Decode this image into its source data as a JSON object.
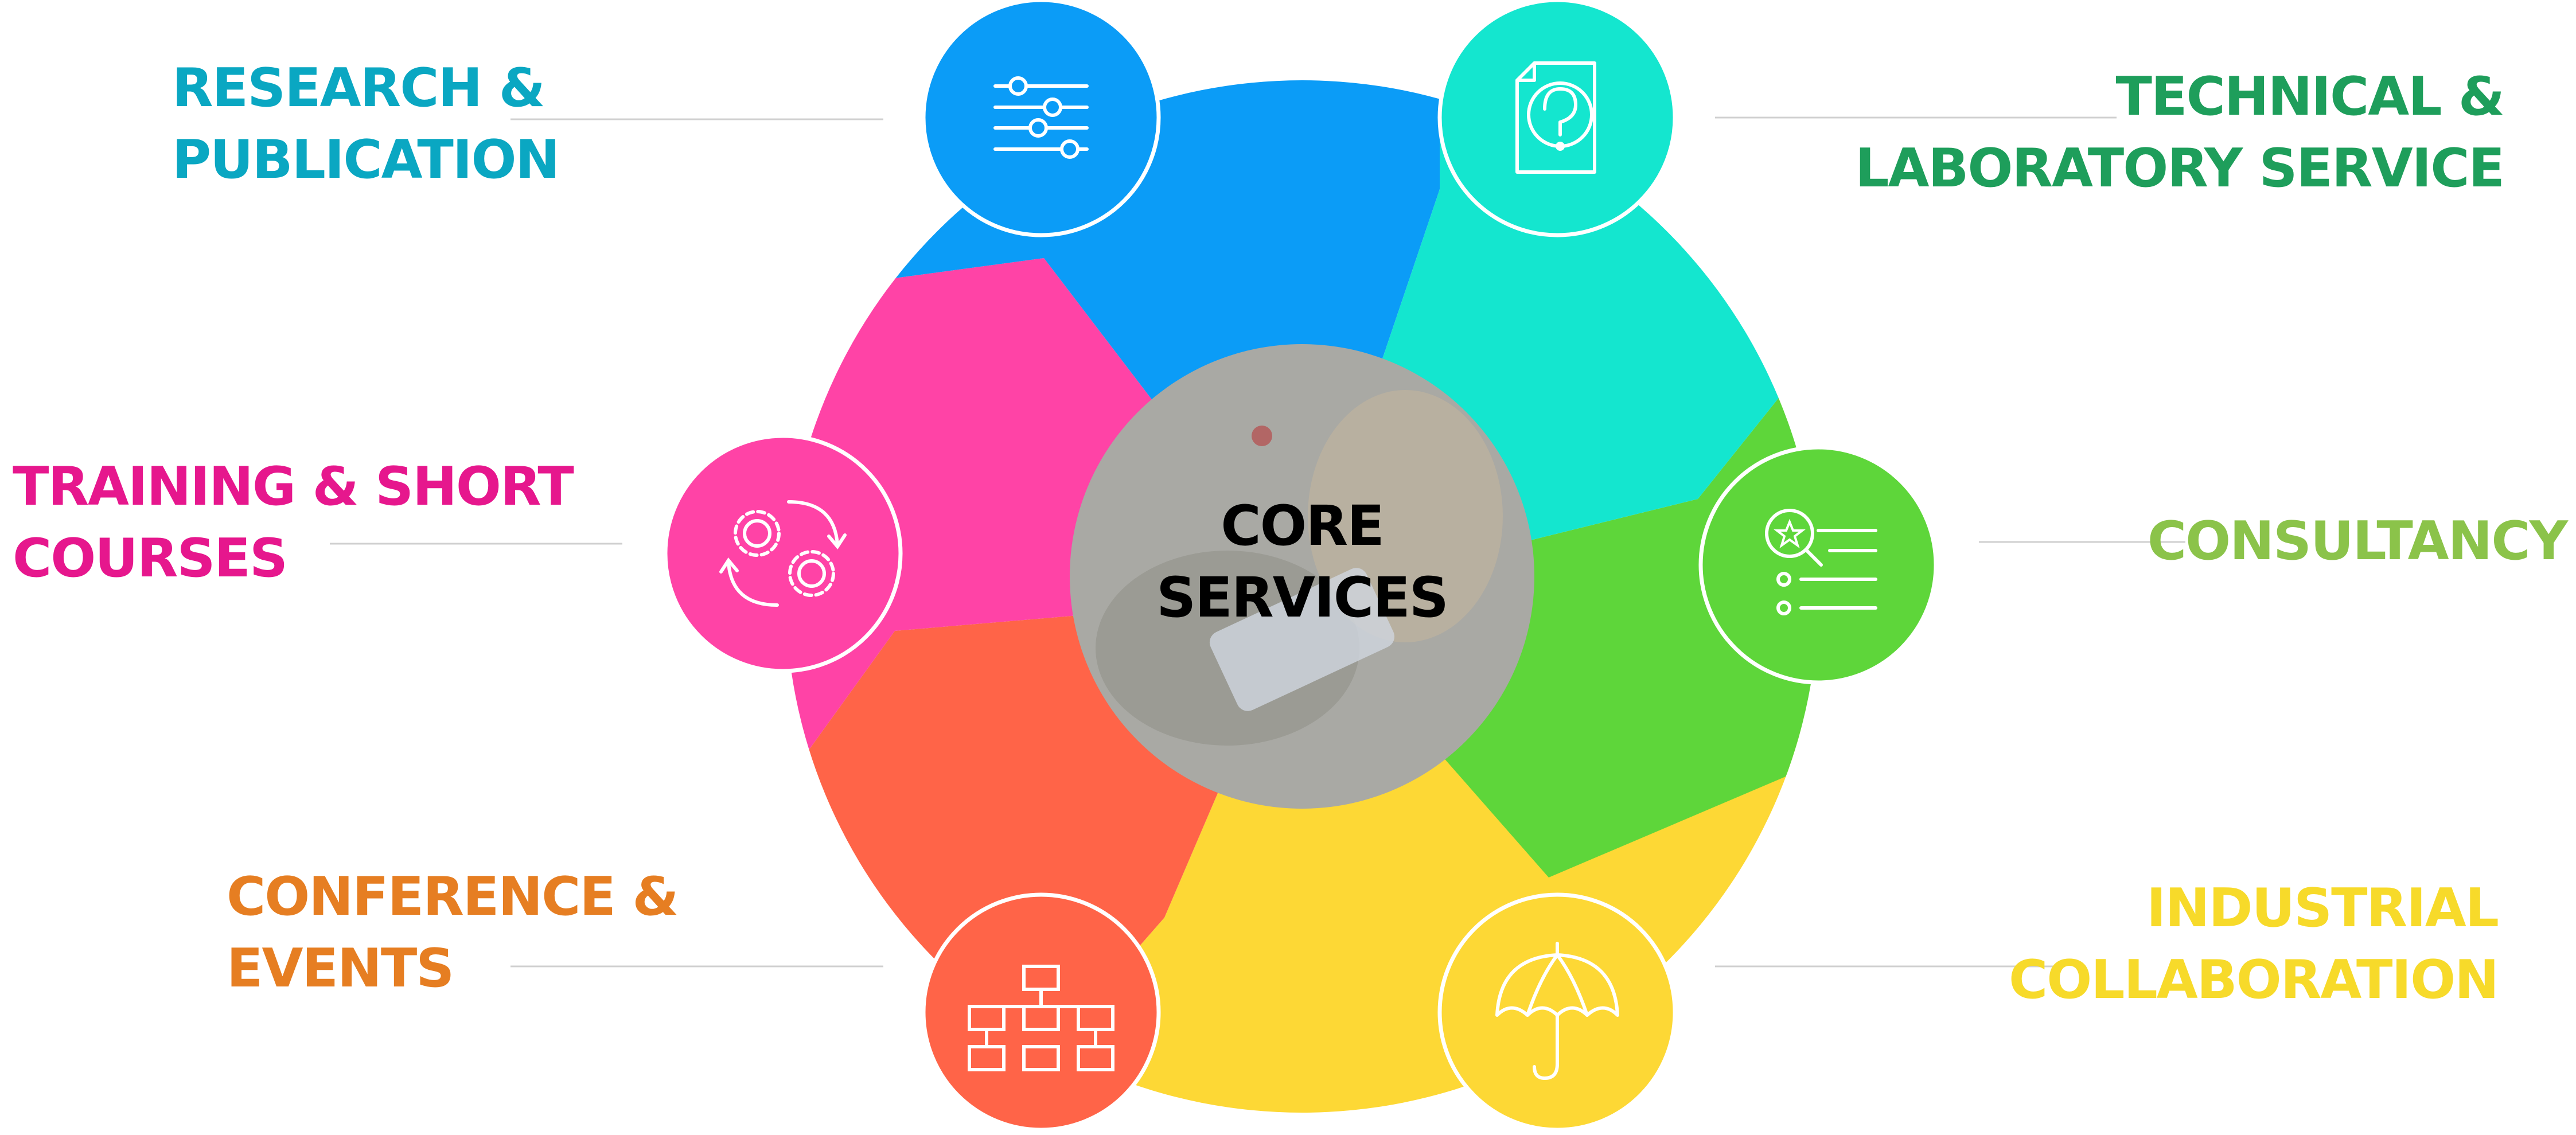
{
  "center": {
    "line1": "CORE",
    "line2": "SERVICES"
  },
  "services": [
    {
      "id": "research",
      "line1": "RESEARCH &",
      "line2": "PUBLICATION",
      "color": "#0aa7c2",
      "segment_color": "#0b9cf7",
      "icon": "sliders-icon"
    },
    {
      "id": "technical",
      "line1": "TECHNICAL &",
      "line2": "LABORATORY SERVICE",
      "color": "#1e9e5b",
      "segment_color": "#14e6cf",
      "icon": "document-question-icon"
    },
    {
      "id": "consultancy",
      "line1": "CONSULTANCY",
      "line2": "",
      "color": "#8bc34a",
      "segment_color": "#5ed63a",
      "icon": "search-list-icon"
    },
    {
      "id": "industrial",
      "line1": "INDUSTRIAL",
      "line2": "COLLABORATION",
      "color": "#f7da2a",
      "segment_color": "#fdd835",
      "icon": "umbrella-icon"
    },
    {
      "id": "conference",
      "line1": "CONFERENCE &",
      "line2": "EVENTS",
      "color": "#e67e22",
      "segment_color": "#ff6448",
      "icon": "org-chart-icon"
    },
    {
      "id": "training",
      "line1": "TRAINING & SHORT",
      "line2": "COURSES",
      "color": "#e6178d",
      "segment_color": "#ff43a6",
      "icon": "gears-cycle-icon"
    }
  ]
}
